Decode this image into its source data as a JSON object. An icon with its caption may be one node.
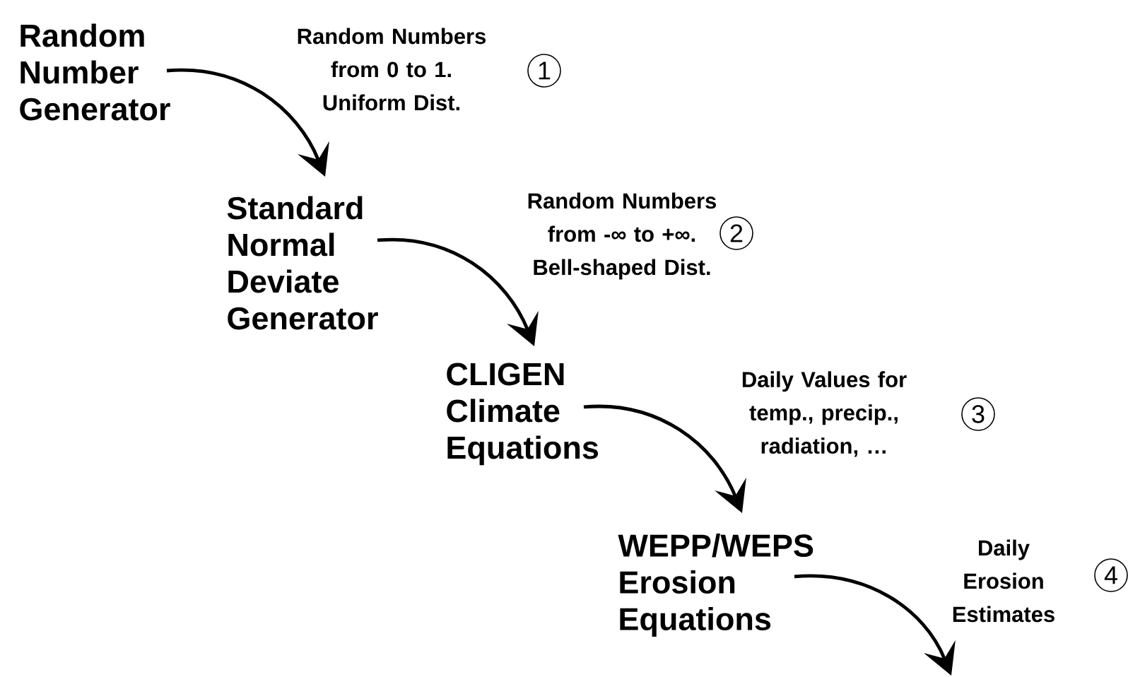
{
  "diagram": {
    "nodes": [
      {
        "text": [
          "Random Number Generator"
        ]
      },
      {
        "text": [
          "Standard Normal Deviate Generator"
        ]
      },
      {
        "text": [
          "CLIGEN Climate Equations"
        ]
      },
      {
        "text": [
          "WEPP/WEPS Erosion Equations"
        ]
      }
    ],
    "edges": [
      {
        "from": 0,
        "to": 1,
        "arrow": "to",
        "label": "Random Numbers from 0 to 1. Uniform Dist."
      },
      {
        "from": 1,
        "to": 2,
        "arrow": "to",
        "label": "Random Numbers from -∞ to +∞. Bell-shaped Dist."
      },
      {
        "from": 2,
        "to": 3,
        "arrow": "to",
        "label": "Daily Values for temp., precip., radiation, …"
      },
      {
        "from": 3,
        "to": null,
        "arrow": "to",
        "label": "Daily Erosion Estimates"
      }
    ],
    "labels": [
      "1",
      "2",
      "3",
      "4"
    ]
  }
}
